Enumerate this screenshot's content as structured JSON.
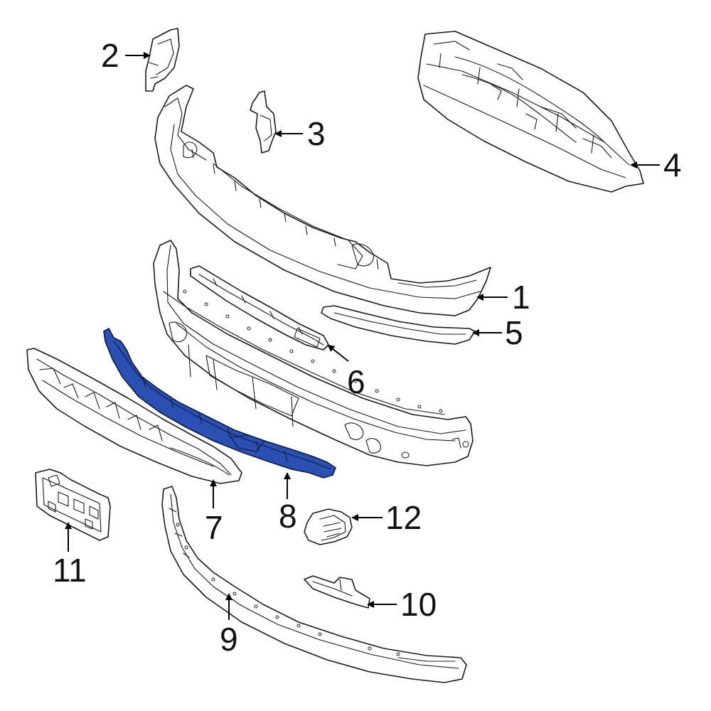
{
  "diagram": {
    "highlight_color": "#2b4fb3",
    "callouts": [
      {
        "id": "c1",
        "label": "1"
      },
      {
        "id": "c2",
        "label": "2"
      },
      {
        "id": "c3",
        "label": "3"
      },
      {
        "id": "c4",
        "label": "4"
      },
      {
        "id": "c5",
        "label": "5"
      },
      {
        "id": "c6",
        "label": "6"
      },
      {
        "id": "c7",
        "label": "7"
      },
      {
        "id": "c8",
        "label": "8"
      },
      {
        "id": "c9",
        "label": "9"
      },
      {
        "id": "c10",
        "label": "10"
      },
      {
        "id": "c11",
        "label": "11"
      },
      {
        "id": "c12",
        "label": "12"
      }
    ]
  }
}
